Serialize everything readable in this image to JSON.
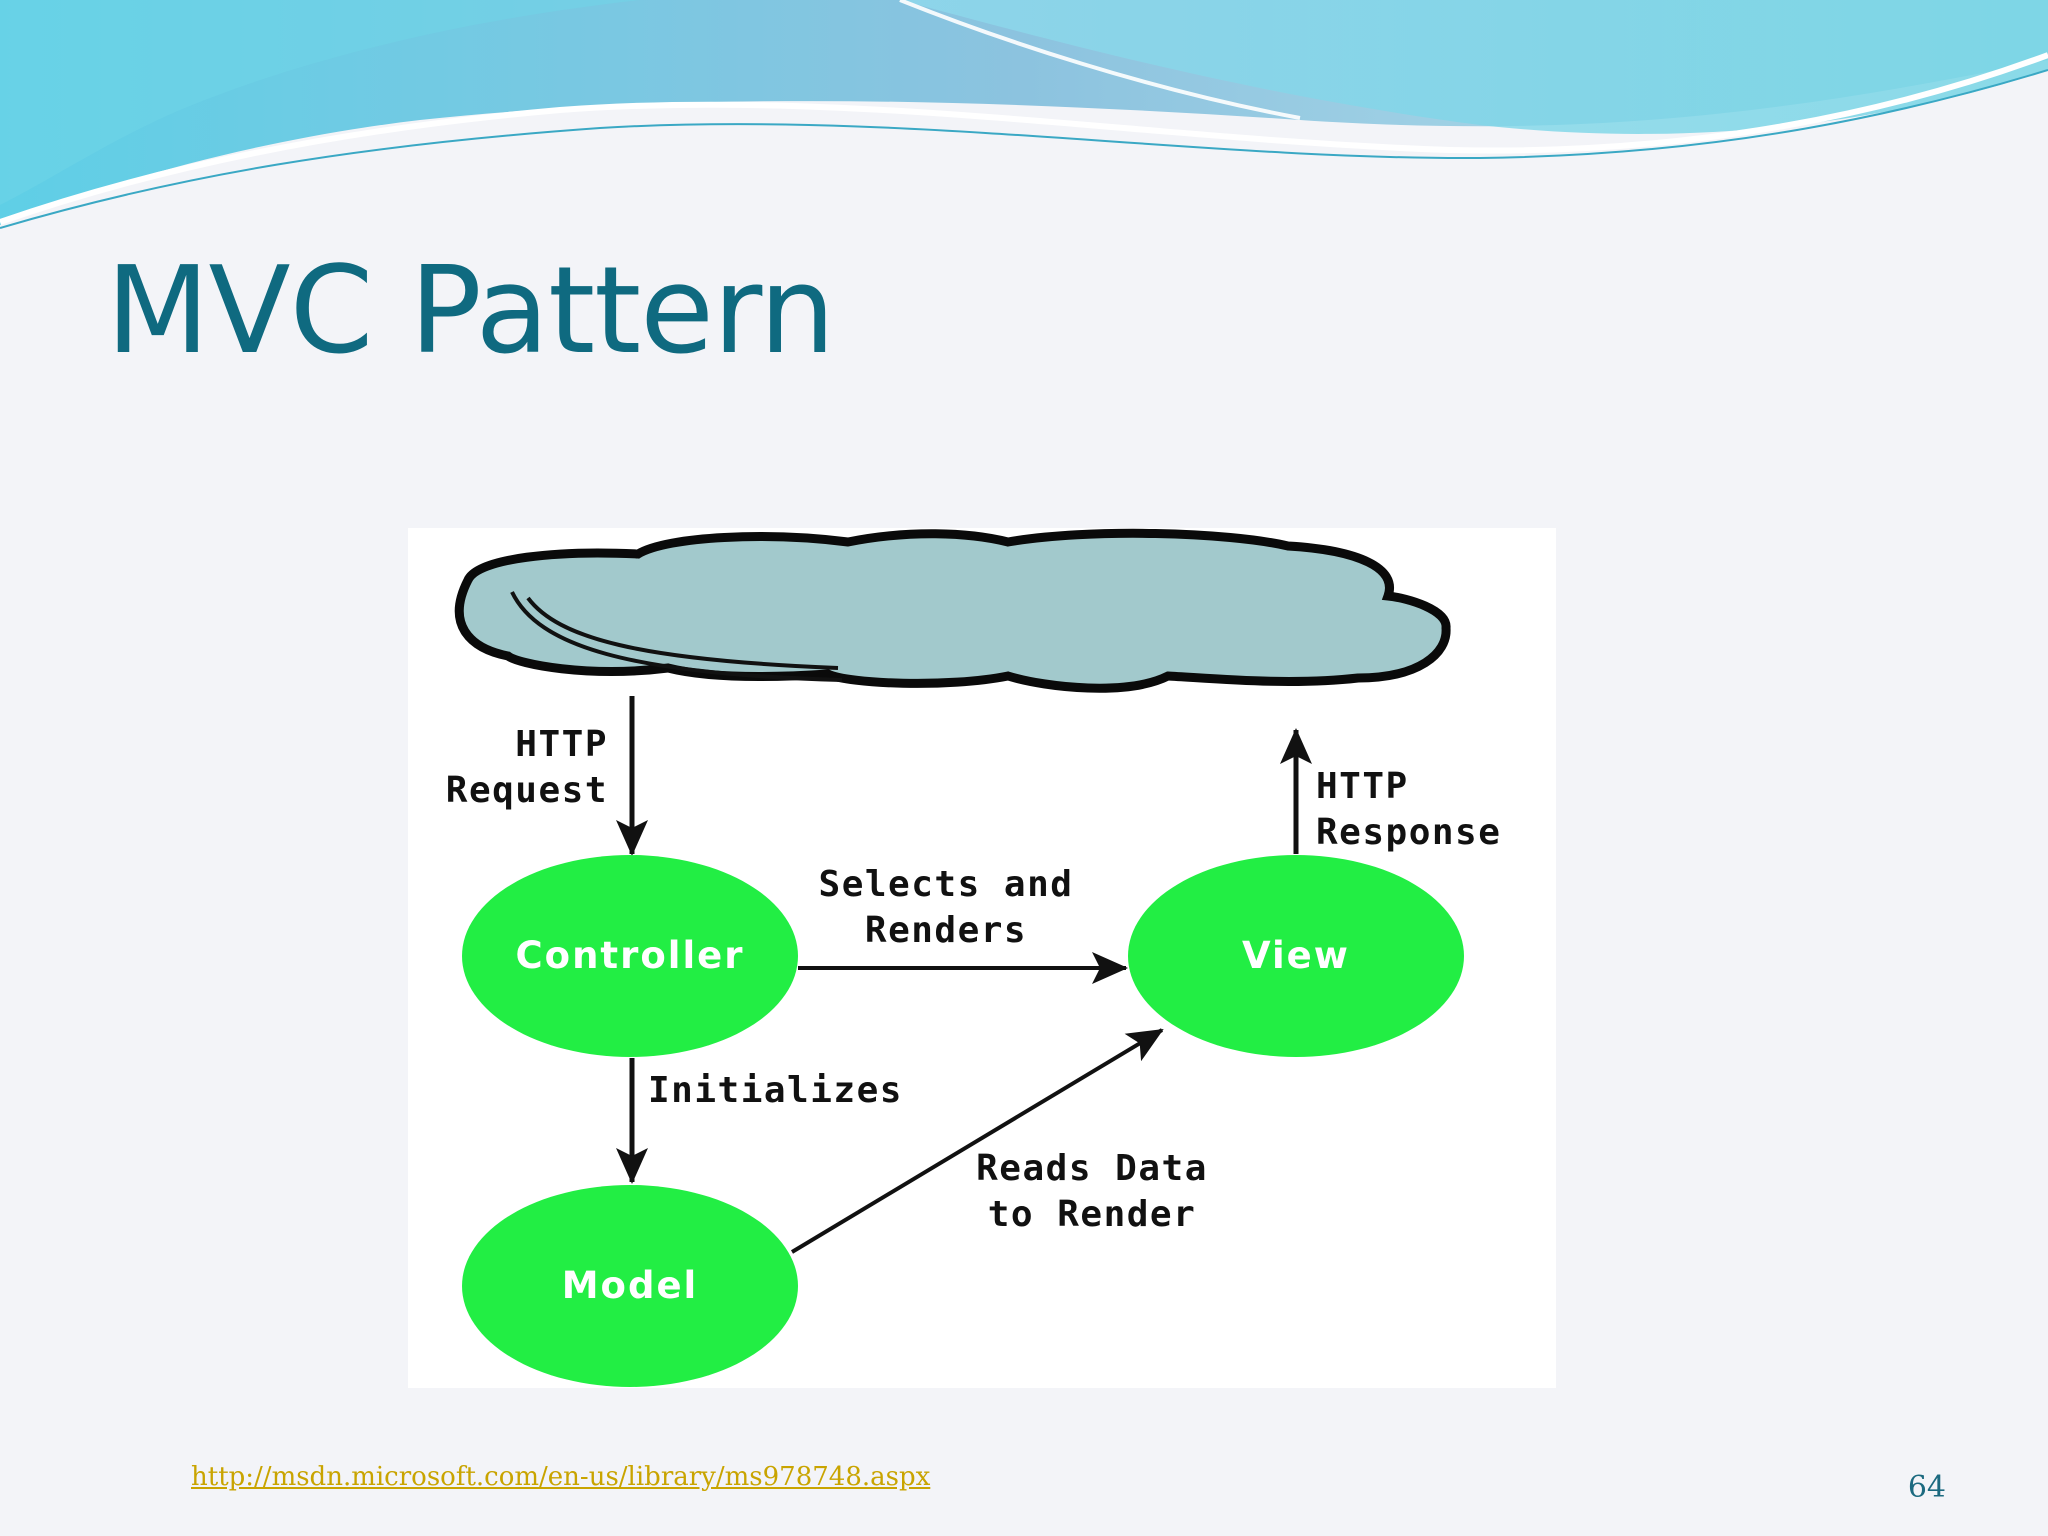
{
  "slide": {
    "title": "MVC Pattern",
    "source_link": "http://msdn.microsoft.com/en-us/library/ms978748.aspx",
    "page_number": "64"
  },
  "diagram": {
    "nodes": {
      "controller": "Controller",
      "view": "View",
      "model": "Model"
    },
    "edges": {
      "http_request": [
        "HTTP",
        "Request"
      ],
      "http_response": [
        "HTTP",
        "Response"
      ],
      "selects_and_renders": [
        "Selects and",
        "Renders"
      ],
      "initializes": "Initializes",
      "reads_data": [
        "Reads Data",
        "to Render"
      ]
    }
  },
  "colors": {
    "title": "#0f6a80",
    "node_fill": "#22ee44",
    "cloud_fill": "#a2c9cc",
    "link": "#c9a400"
  }
}
